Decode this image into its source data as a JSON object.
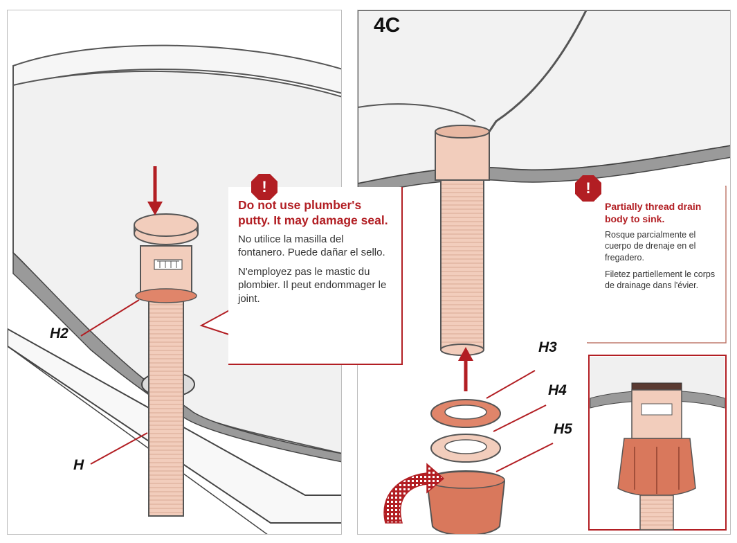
{
  "step_label": "4C",
  "left_callout": {
    "heading": "Do not use plumber's putty.  It may damage seal.",
    "spanish": "No utilice la masilla del fontanero. Puede dañar el sello.",
    "french": "N'employez pas le mastic du plombier. Il peut endommager le joint."
  },
  "right_callout": {
    "heading": "Partially thread drain body to sink.",
    "spanish": "Rosque parcialmente el cuerpo de drenaje en el fregadero.",
    "french": "Filetez partiellement le corps de drainage dans l'évier."
  },
  "part_labels": {
    "h2": "H2",
    "h": "H",
    "h3": "H3",
    "h4": "H4",
    "h5": "H5"
  },
  "warning_icon": "!",
  "colors": {
    "accent_red": "#b21e23",
    "part_peach": "#f2cdbc",
    "gasket_orange": "#e0856a",
    "cap_orange": "#d9785c",
    "outline": "#4a4a4a"
  }
}
